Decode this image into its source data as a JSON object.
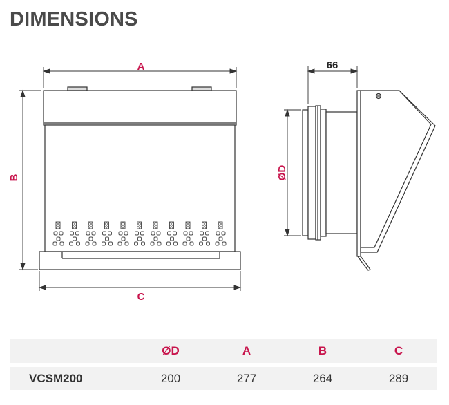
{
  "title": "DIMENSIONS",
  "colors": {
    "accent": "#c8144c",
    "line": "#333333",
    "row_bg": "#f2f2f2"
  },
  "labels": {
    "a": "A",
    "b": "B",
    "c": "C",
    "d": "ØD",
    "depth": "66"
  },
  "table": {
    "headers": [
      "",
      "ØD",
      "A",
      "B",
      "C"
    ],
    "rows": [
      {
        "model": "VCSM200",
        "d": "200",
        "a": "277",
        "b": "264",
        "c": "289"
      }
    ]
  }
}
